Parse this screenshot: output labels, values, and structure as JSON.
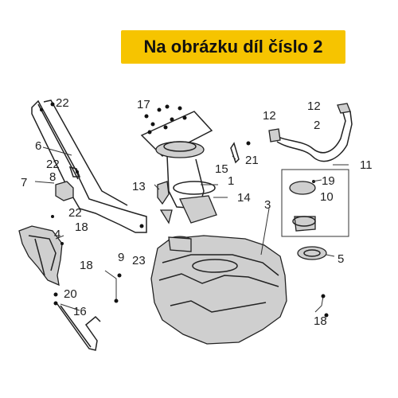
{
  "banner": {
    "text": "Na obrázku díl číslo 2",
    "background_color": "#f6c400"
  },
  "callouts": [
    {
      "id": "c22a",
      "text": "22"
    },
    {
      "id": "c6",
      "text": "6"
    },
    {
      "id": "c22b",
      "text": "22"
    },
    {
      "id": "c8",
      "text": "8"
    },
    {
      "id": "c7",
      "text": "7"
    },
    {
      "id": "c22c",
      "text": "22"
    },
    {
      "id": "c18a",
      "text": "18"
    },
    {
      "id": "c4",
      "text": "4"
    },
    {
      "id": "c9",
      "text": "9"
    },
    {
      "id": "c23",
      "text": "23"
    },
    {
      "id": "c17",
      "text": "17"
    },
    {
      "id": "c13",
      "text": "13"
    },
    {
      "id": "c15",
      "text": "15"
    },
    {
      "id": "c21",
      "text": "21"
    },
    {
      "id": "c1",
      "text": "1"
    },
    {
      "id": "c14",
      "text": "14"
    },
    {
      "id": "c3",
      "text": "3"
    },
    {
      "id": "c12a",
      "text": "12"
    },
    {
      "id": "c12b",
      "text": "12"
    },
    {
      "id": "c2",
      "text": "2"
    },
    {
      "id": "c11",
      "text": "11"
    },
    {
      "id": "c19",
      "text": "19"
    },
    {
      "id": "c10",
      "text": "10"
    },
    {
      "id": "c5",
      "text": "5"
    },
    {
      "id": "c18b",
      "text": "18"
    },
    {
      "id": "c20",
      "text": "20"
    },
    {
      "id": "c16",
      "text": "16"
    },
    {
      "id": "c18c",
      "text": "18"
    }
  ]
}
